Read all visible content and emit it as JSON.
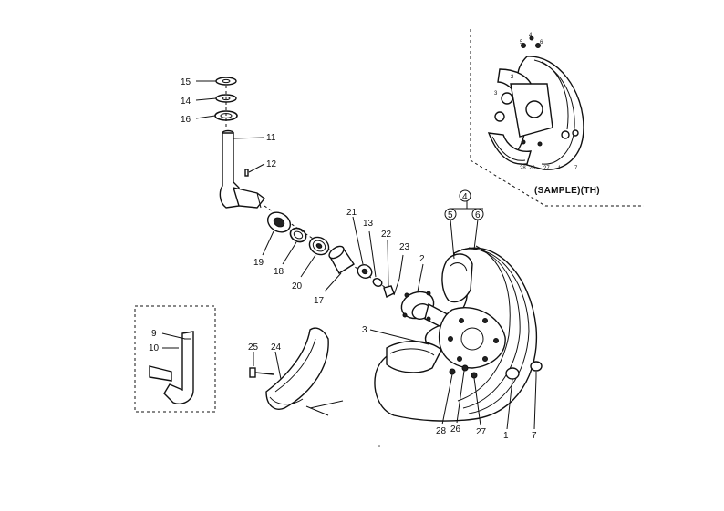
{
  "sample_caption": "(SAMPLE)(TH)",
  "callouts": {
    "p1": "1",
    "p2": "2",
    "p3": "3",
    "p4": "4",
    "p5": "5",
    "p6": "6",
    "p7": "7",
    "p9": "9",
    "p10": "10",
    "p11": "11",
    "p12": "12",
    "p13": "13",
    "p14": "14",
    "p15": "15",
    "p16": "16",
    "p17": "17",
    "p18": "18",
    "p19": "19",
    "p20": "20",
    "p21": "21",
    "p22": "22",
    "p23": "23",
    "p24": "24",
    "p25": "25",
    "p26": "26",
    "p27": "27",
    "p28": "28"
  },
  "sample_callouts": {
    "s4": "4",
    "s5": "5",
    "s6": "6",
    "s3": "3",
    "s2": "2",
    "s28": "28",
    "s26": "26",
    "s27": "27",
    "s1": "1",
    "s7": "7"
  }
}
